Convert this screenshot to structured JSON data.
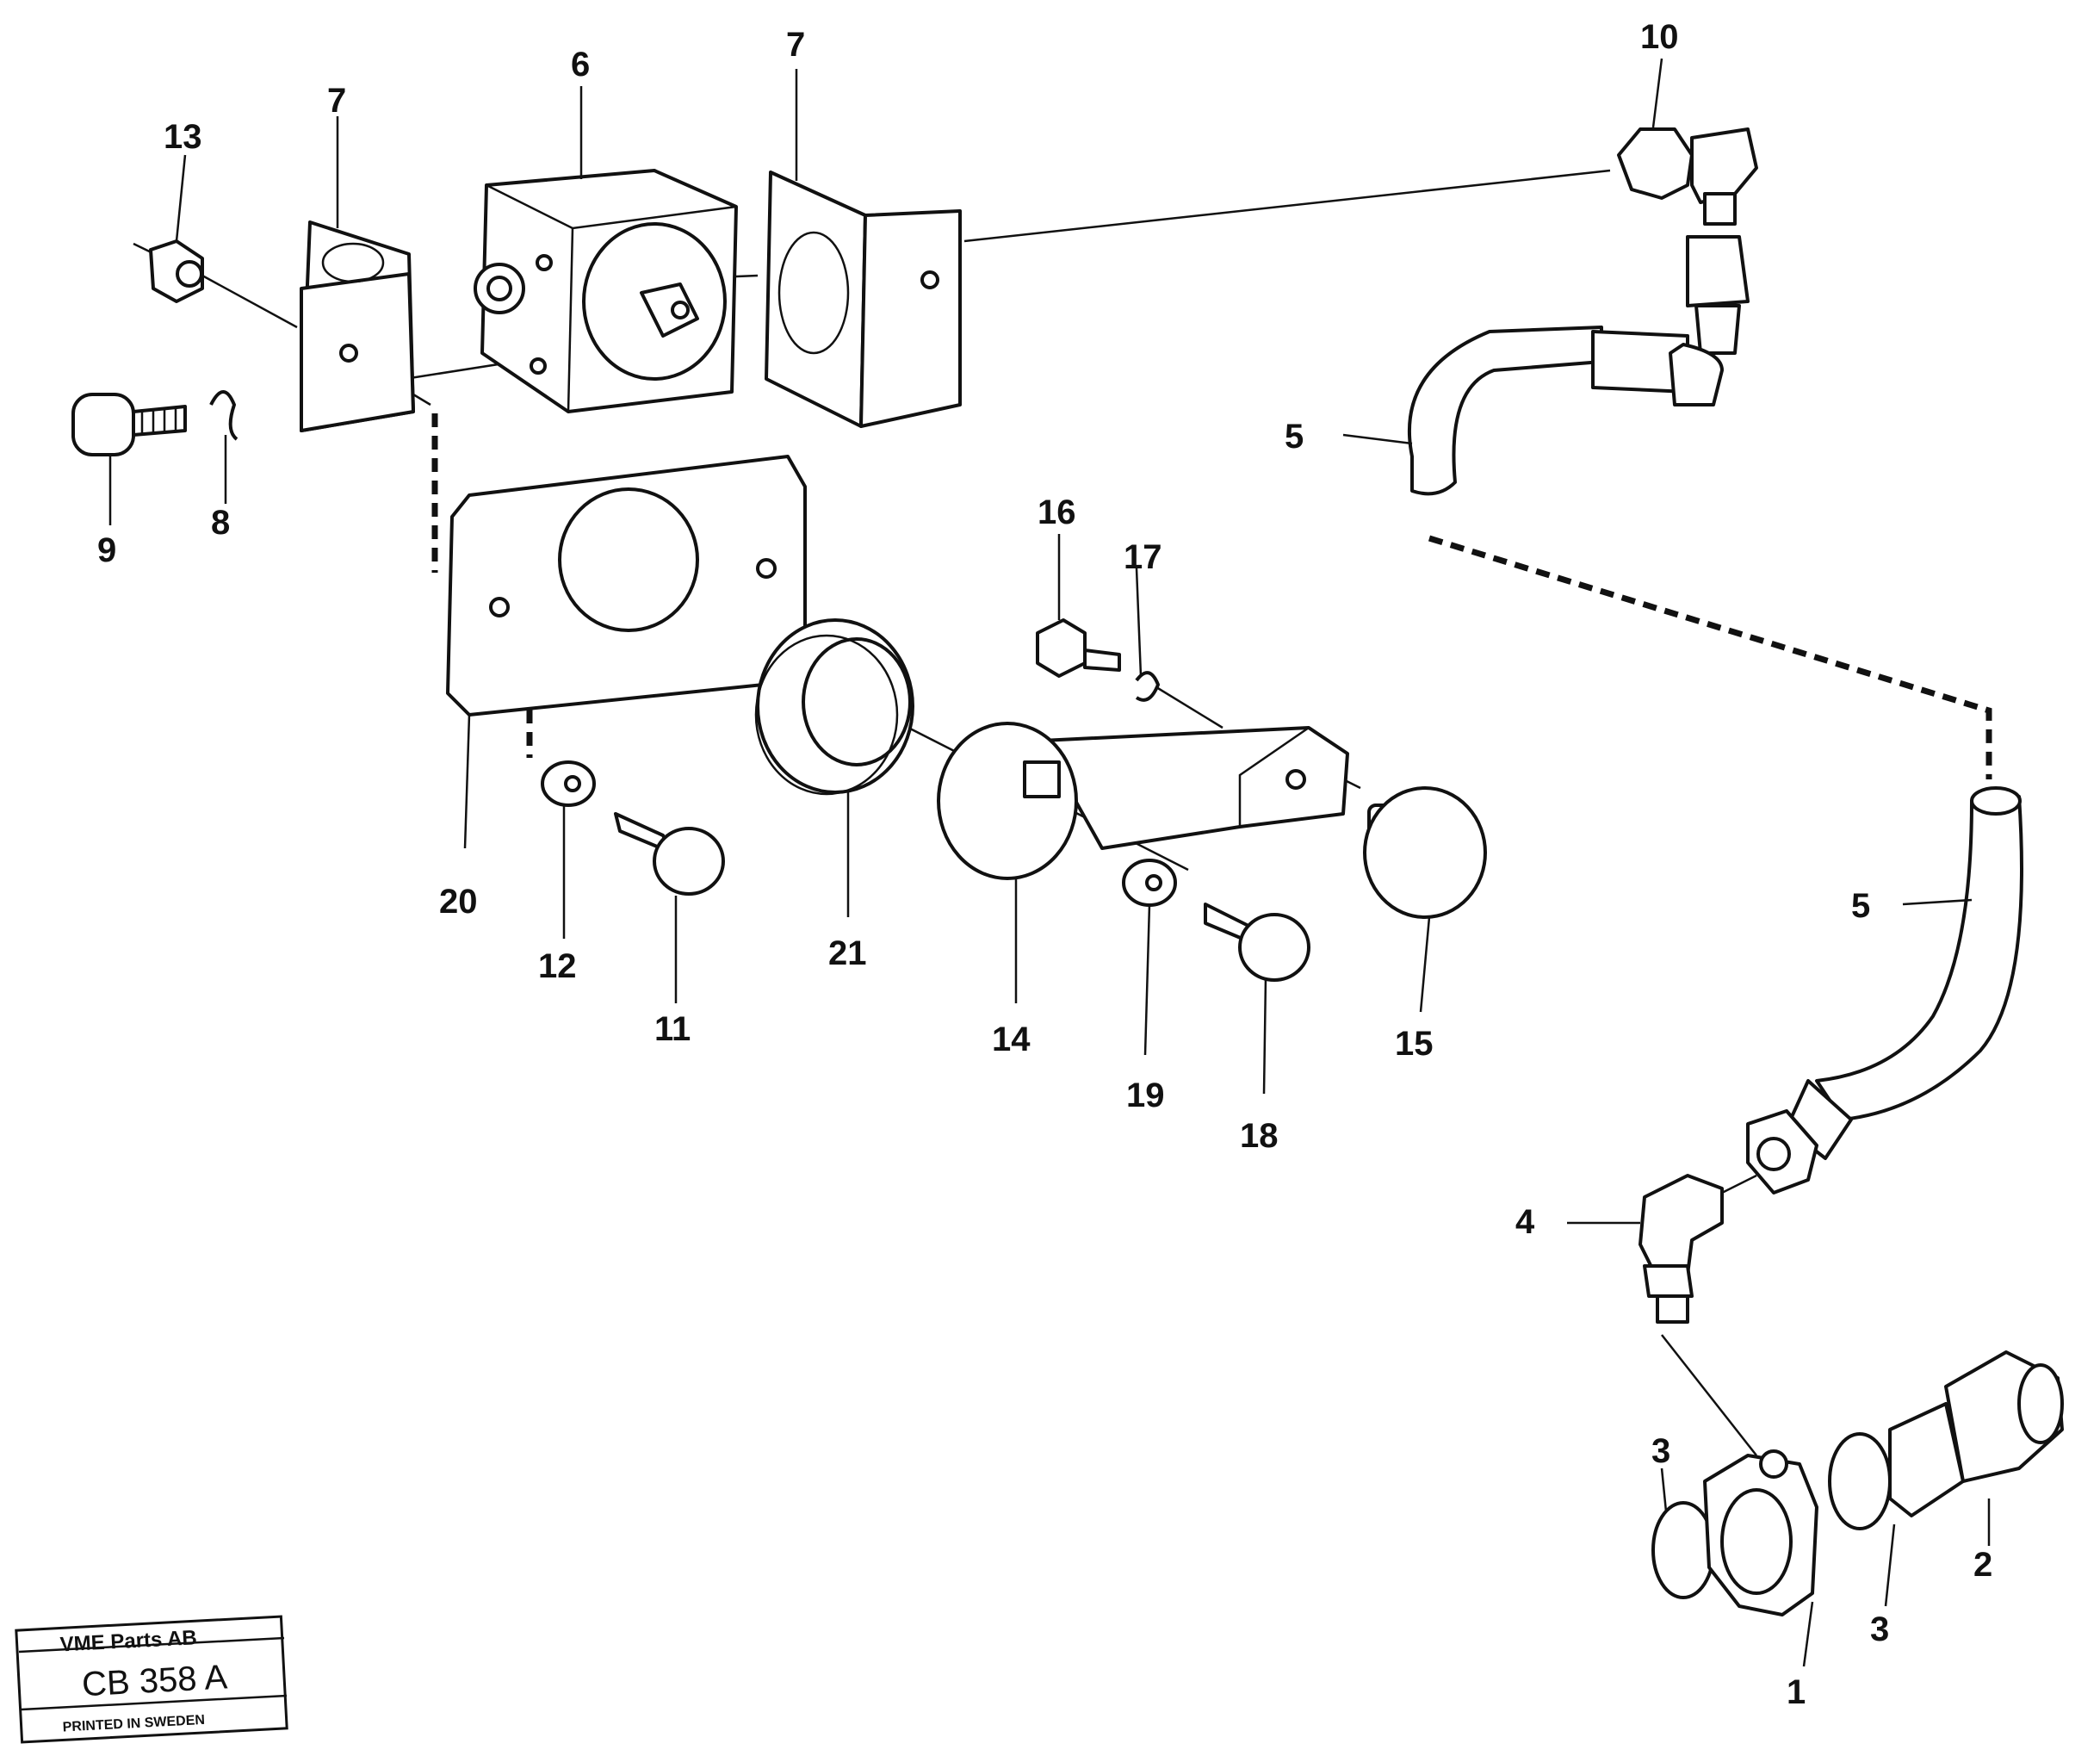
{
  "callouts": {
    "c1": "1",
    "c2": "2",
    "c3a": "3",
    "c3b": "3",
    "c4": "4",
    "c5a": "5",
    "c5b": "5",
    "c6": "6",
    "c7a": "7",
    "c7b": "7",
    "c8": "8",
    "c9": "9",
    "c10": "10",
    "c11": "11",
    "c12": "12",
    "c13": "13",
    "c14": "14",
    "c15": "15",
    "c16": "16",
    "c17": "17",
    "c18": "18",
    "c19": "19",
    "c20": "20",
    "c21": "21"
  },
  "stamp": {
    "company": "VME Parts AB",
    "code": "CB 358 A",
    "printed": "PRINTED IN SWEDEN"
  },
  "colors": {
    "ink": "#111111",
    "paper": "#ffffff"
  }
}
